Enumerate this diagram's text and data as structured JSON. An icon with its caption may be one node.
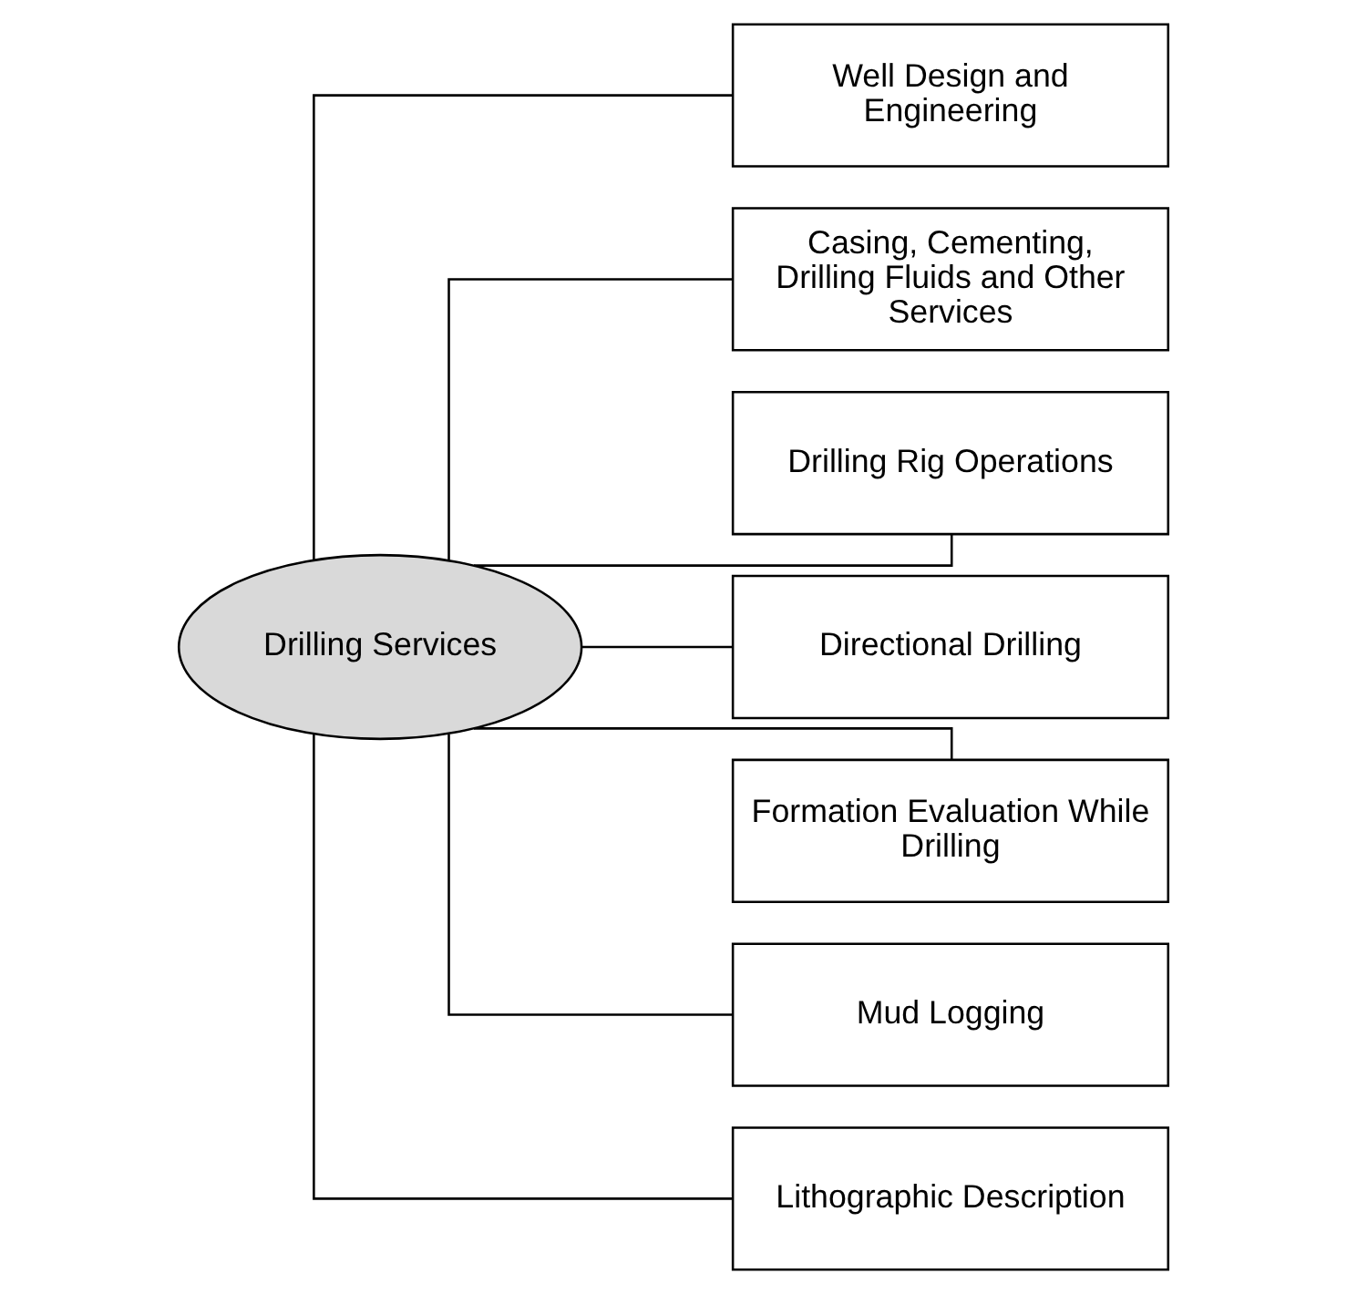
{
  "diagram": {
    "nodes": [
      {
        "text": [
          "Drilling Services"
        ]
      },
      {
        "text": [
          "Well Design and Engineering"
        ]
      },
      {
        "text": [
          "Casing, Cementing, Drilling Fluids and Other Services"
        ]
      },
      {
        "text": [
          "Drilling Rig Operations"
        ]
      },
      {
        "text": [
          "Directional Drilling"
        ]
      },
      {
        "text": [
          "Formation Evaluation While Drilling"
        ]
      },
      {
        "text": [
          "Mud Logging"
        ]
      },
      {
        "text": [
          "Lithographic Description"
        ]
      }
    ],
    "edges": [
      {
        "from": 0,
        "to": 1,
        "arrow": "none"
      },
      {
        "from": 0,
        "to": 2,
        "arrow": "none"
      },
      {
        "from": 0,
        "to": 3,
        "arrow": "none"
      },
      {
        "from": 0,
        "to": 4,
        "arrow": "none"
      },
      {
        "from": 0,
        "to": 5,
        "arrow": "none"
      },
      {
        "from": 0,
        "to": 6,
        "arrow": "none"
      },
      {
        "from": 0,
        "to": 7,
        "arrow": "none"
      }
    ]
  }
}
